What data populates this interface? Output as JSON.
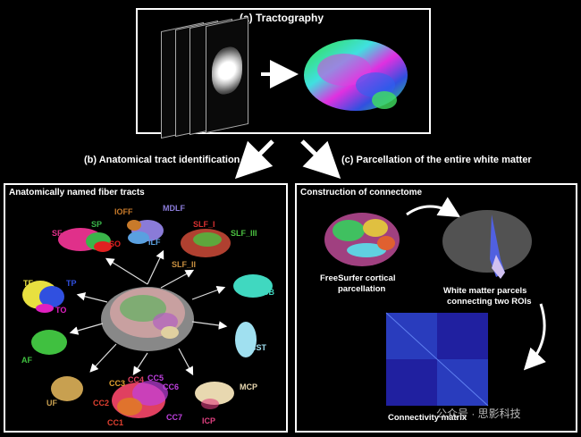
{
  "panel_a": {
    "title": "(a) Tractography"
  },
  "section_b": {
    "title": "(b) Anatomical tract identification"
  },
  "section_c": {
    "title": "(c) Parcellation of the entire white matter"
  },
  "panel_b": {
    "title": "Anatomically named fiber tracts",
    "tracts": {
      "sf": "SF",
      "sp": "SP",
      "so": "SO",
      "ioff": "IOFF",
      "mdlf": "MDLF",
      "ilf": "ILF",
      "slf_i": "SLF_I",
      "slf_iii": "SLF_III",
      "slf_ii": "SLF_II",
      "tf": "TF",
      "tp": "TP",
      "to": "TO",
      "cb": "CB",
      "af": "AF",
      "cst": "CST",
      "uf": "UF",
      "cc3": "CC3",
      "cc4": "CC4",
      "cc5": "CC5",
      "cc6": "CC6",
      "cc2": "CC2",
      "cc7": "CC7",
      "cc1": "CC1",
      "mcp": "MCP",
      "icp": "ICP"
    }
  },
  "panel_c": {
    "title": "Construction of connectome",
    "freesurfer_label": [
      "FreeSurfer cortical",
      "parcellation"
    ],
    "parcels_label": [
      "White matter parcels",
      "connecting two ROIs"
    ],
    "matrix_label": "Connectivity matrix"
  },
  "watermark": "公众号 · 思影科技",
  "colors": {
    "sf": "#e0308a",
    "sp": "#3ab54a",
    "so": "#e02020",
    "ioff": "#c87a2a",
    "mdlf": "#8a7bd8",
    "ilf": "#5aa0e0",
    "slf_i": "#d83030",
    "slf_iii": "#4ac040",
    "slf_ii": "#c89040",
    "tf": "#e8e040",
    "tp": "#3050e0",
    "to": "#e020c0",
    "cb": "#40d8c0",
    "af": "#40c040",
    "cst": "#a0e0f0",
    "uf": "#c8a050",
    "cc": "#e04060",
    "cc5": "#c040e0",
    "mcp": "#e8d8b0",
    "icp": "#e04080"
  }
}
